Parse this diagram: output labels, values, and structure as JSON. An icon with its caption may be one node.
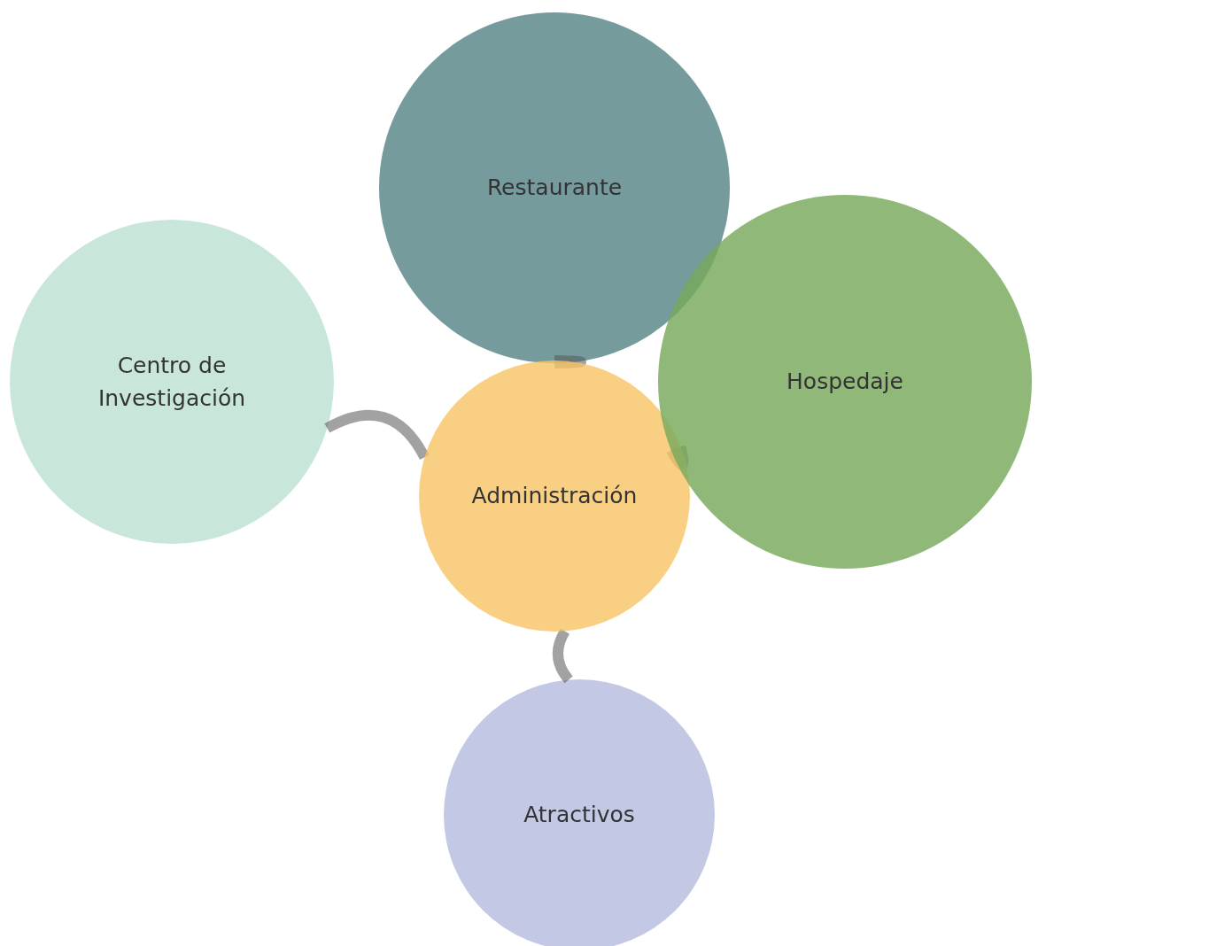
{
  "diagram": {
    "nodes": [
      {
        "text": [
          "Restaurante"
        ]
      },
      {
        "text": [
          "Centro de Investigación"
        ]
      },
      {
        "text": [
          "Hospedaje"
        ]
      },
      {
        "text": [
          "Administración"
        ]
      },
      {
        "text": [
          "Atractivos"
        ]
      }
    ],
    "edges": [
      {
        "from": 3,
        "to": 0,
        "arrow": "none"
      },
      {
        "from": 3,
        "to": 1,
        "arrow": "none"
      },
      {
        "from": 3,
        "to": 2,
        "arrow": "none"
      },
      {
        "from": 3,
        "to": 4,
        "arrow": "none"
      }
    ]
  }
}
